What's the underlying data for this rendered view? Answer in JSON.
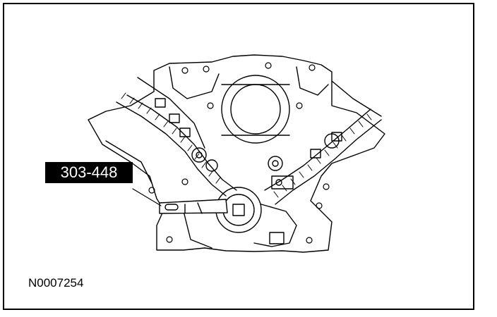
{
  "callout": {
    "tool_number": "303-448"
  },
  "figure": {
    "id": "N0007254"
  },
  "colors": {
    "line": "#000000",
    "background": "#ffffff",
    "callout_bg": "#000000",
    "callout_text": "#ffffff"
  },
  "illustration": {
    "subject": "engine front cover timing chain area with special tool installed on crankshaft sprocket"
  }
}
